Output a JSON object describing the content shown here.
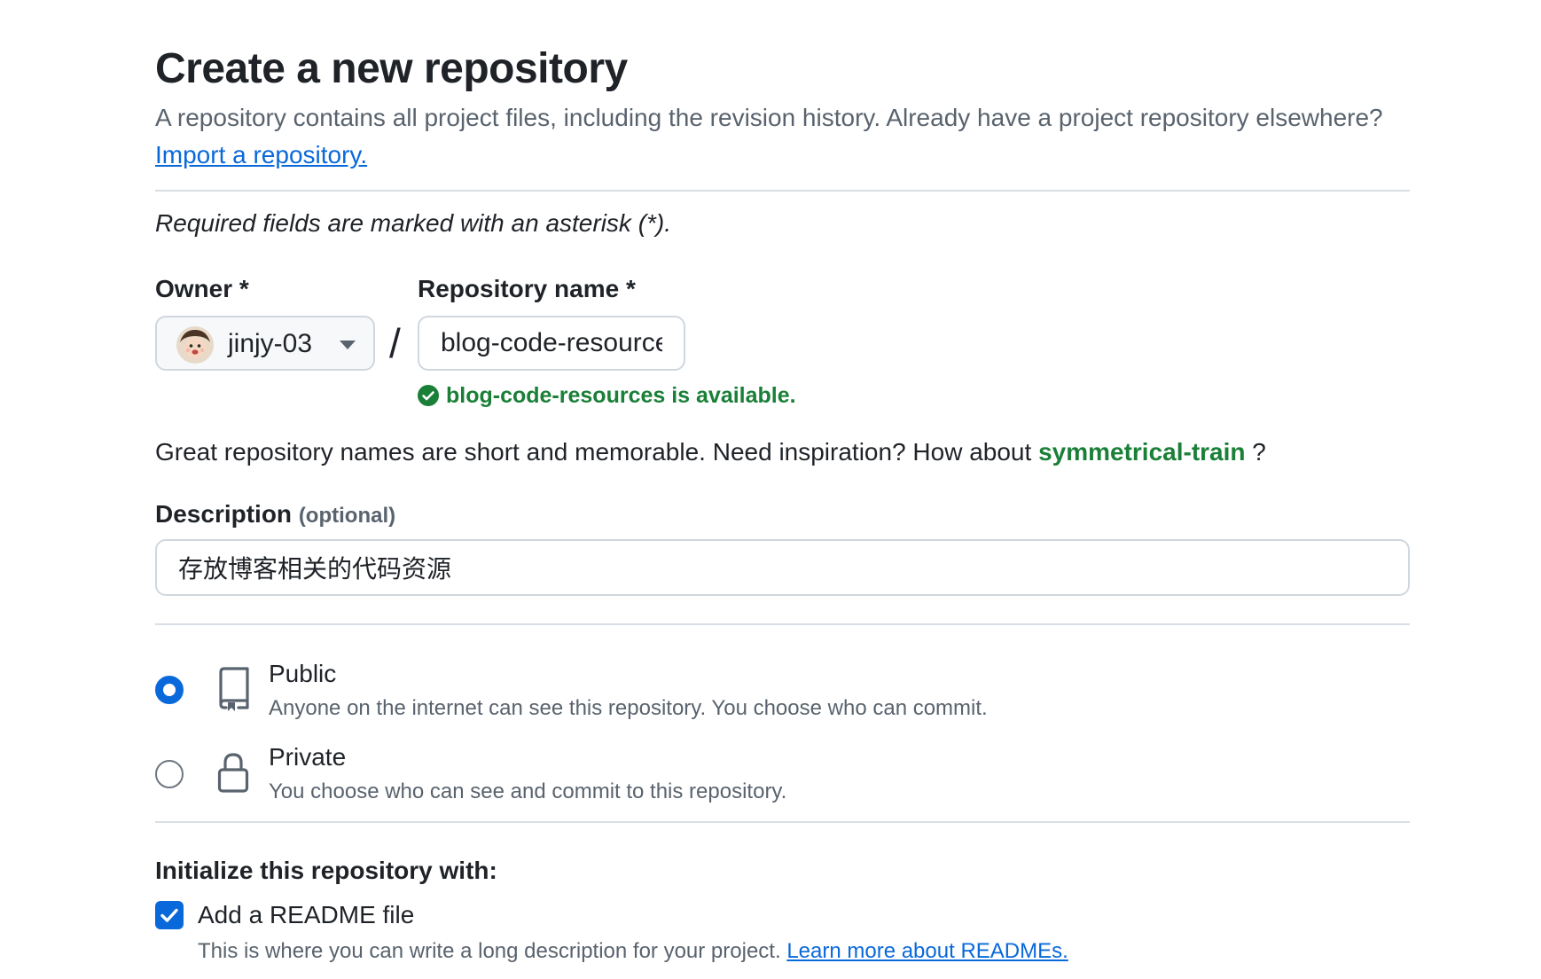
{
  "header": {
    "title": "Create a new repository",
    "subtitle": "A repository contains all project files, including the revision history. Already have a project repository elsewhere?",
    "import_link": "Import a repository."
  },
  "required_note": "Required fields are marked with an asterisk (*).",
  "owner": {
    "label": "Owner *",
    "value": "jinjy-03"
  },
  "repo_name": {
    "label": "Repository name *",
    "value": "blog-code-resources",
    "availability": "blog-code-resources is available."
  },
  "slash": "/",
  "suggestion": {
    "text": "Great repository names are short and memorable. Need inspiration? How about",
    "name": "symmetrical-train",
    "trail": "?"
  },
  "description": {
    "label": "Description",
    "optional": "(optional)",
    "value": "存放博客相关的代码资源"
  },
  "visibility": {
    "public": {
      "title": "Public",
      "desc": "Anyone on the internet can see this repository. You choose who can commit.",
      "selected": true
    },
    "private": {
      "title": "Private",
      "desc": "You choose who can see and commit to this repository.",
      "selected": false
    }
  },
  "initialize": {
    "heading": "Initialize this repository with:",
    "readme_label": "Add a README file",
    "readme_checked": true,
    "readme_desc": "This is where you can write a long description for your project.",
    "readme_link": "Learn more about READMEs."
  },
  "colors": {
    "accent": "#0969da",
    "success": "#1a7f37",
    "muted": "#59636e",
    "border": "#d0d7de"
  }
}
